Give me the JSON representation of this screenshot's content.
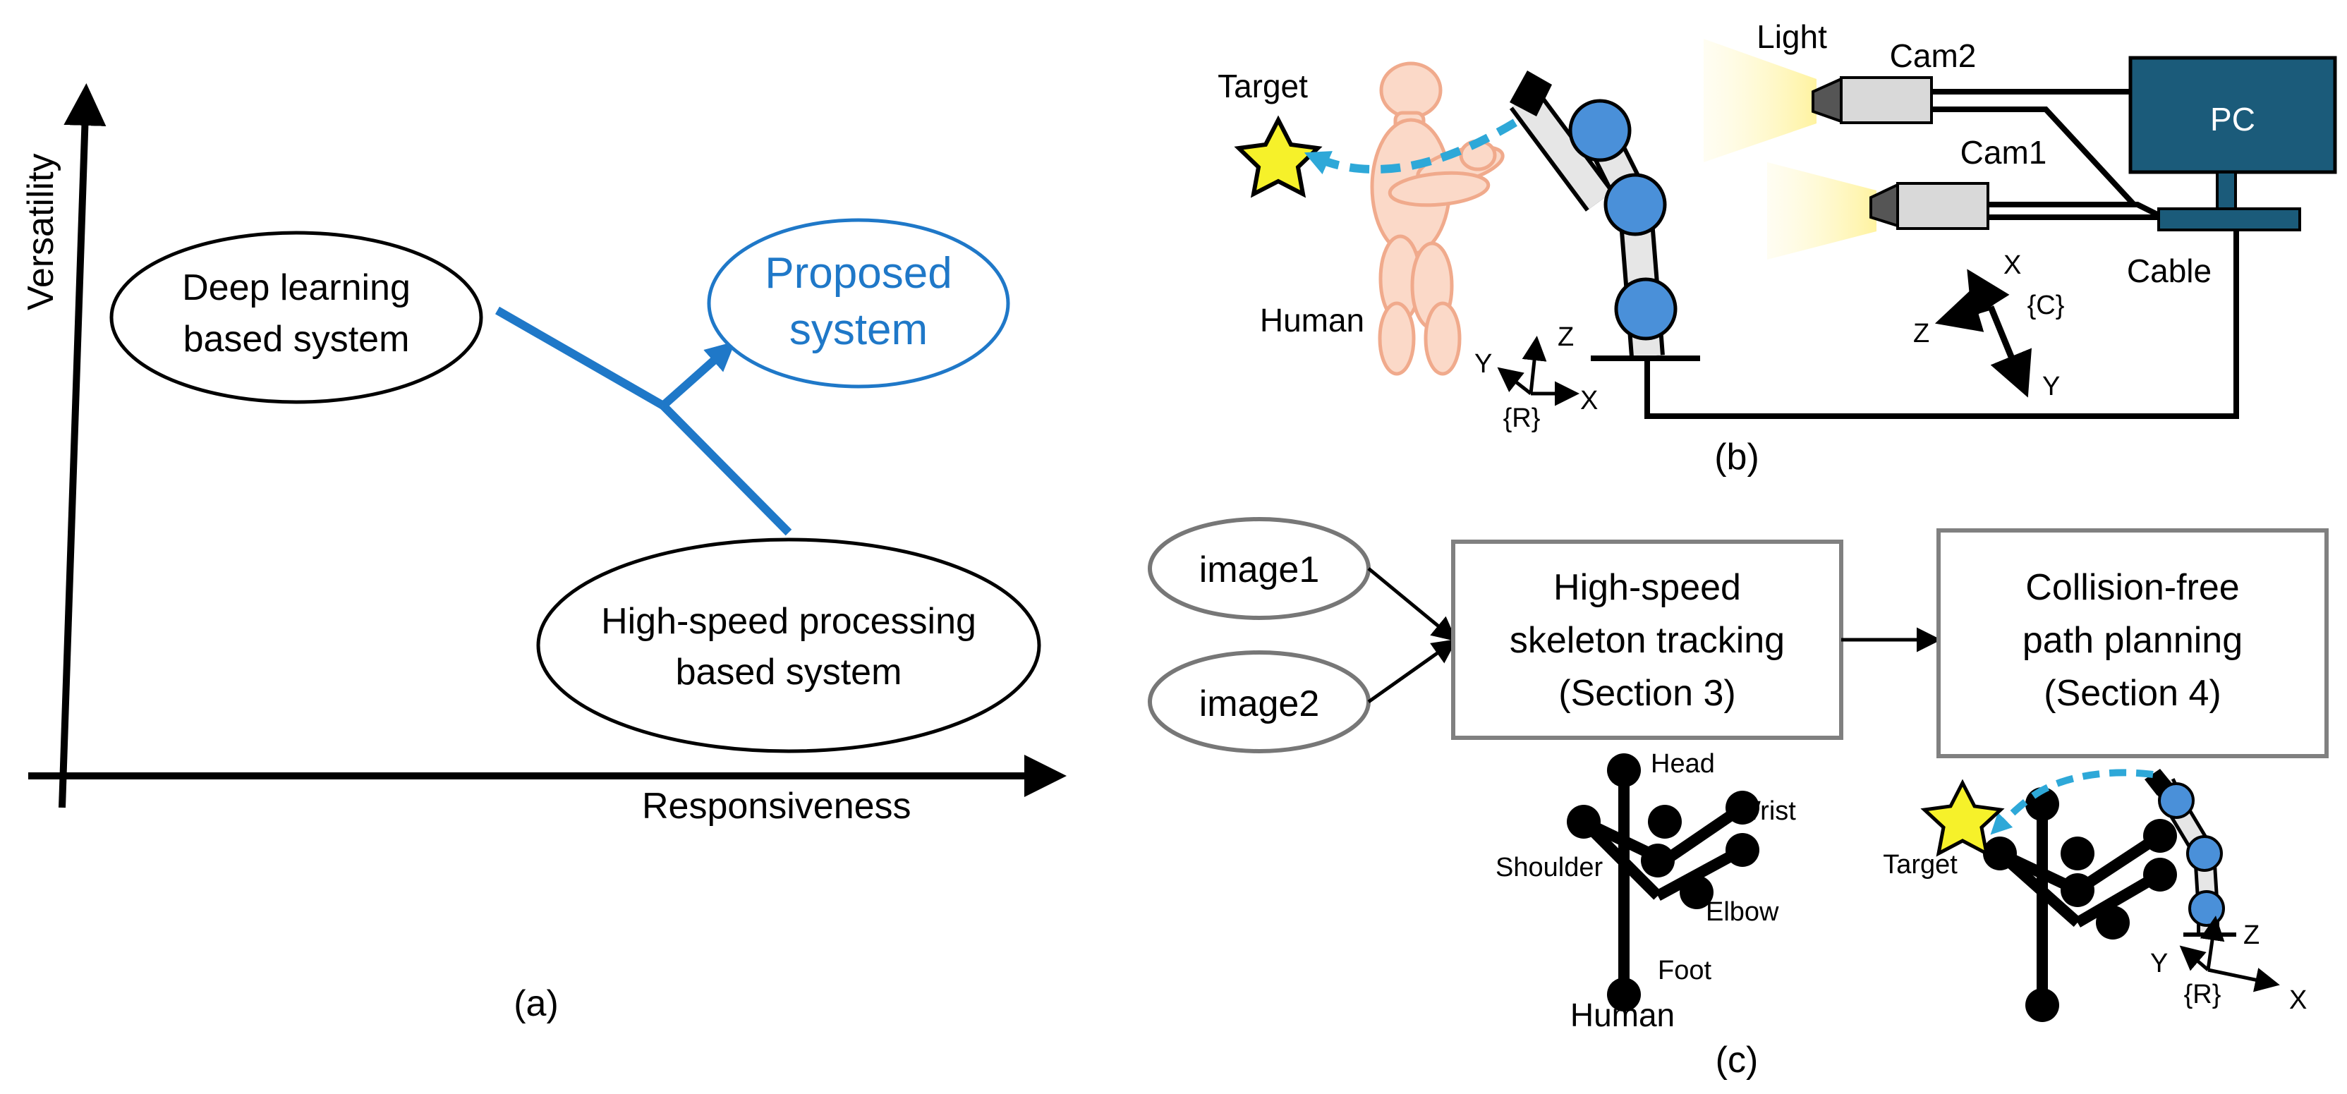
{
  "panel_a": {
    "label": "(a)",
    "y_axis_label": "Versatility",
    "x_axis_label": "Responsiveness",
    "deep_learning": {
      "line1": "Deep learning",
      "line2": "based system"
    },
    "proposed": {
      "line1": "Proposed",
      "line2": "system"
    },
    "high_speed": {
      "line1": "High-speed processing",
      "line2": "based system"
    },
    "accent_color": "#1f78c8"
  },
  "panel_b": {
    "label": "(b)",
    "target": "Target",
    "human": "Human",
    "light": "Light",
    "cam2": "Cam2",
    "cam1": "Cam1",
    "pc": "PC",
    "cable": "Cable",
    "robot_frame": {
      "name": "{R}",
      "x": "X",
      "y": "Y",
      "z": "Z"
    },
    "camera_frame": {
      "name": "{C}",
      "x": "X",
      "y": "Y",
      "z": "Z"
    },
    "pc_color": "#1b5b7a",
    "joint_color": "#4a90d9"
  },
  "panel_c": {
    "label": "(c)",
    "image1": "image1",
    "image2": "image2",
    "tracking": {
      "line1": "High-speed",
      "line2": "skeleton tracking",
      "line3": "(Section 3)"
    },
    "planning": {
      "line1": "Collision-free",
      "line2": "path planning",
      "line3": "(Section 4)"
    },
    "skeleton_labels": {
      "head": "Head",
      "wrist": "Wrist",
      "shoulder": "Shoulder",
      "elbow": "Elbow",
      "foot": "Foot",
      "human": "Human"
    },
    "target": "Target",
    "robot_frame": {
      "name": "{R}",
      "x": "X",
      "y": "Y",
      "z": "Z"
    }
  }
}
